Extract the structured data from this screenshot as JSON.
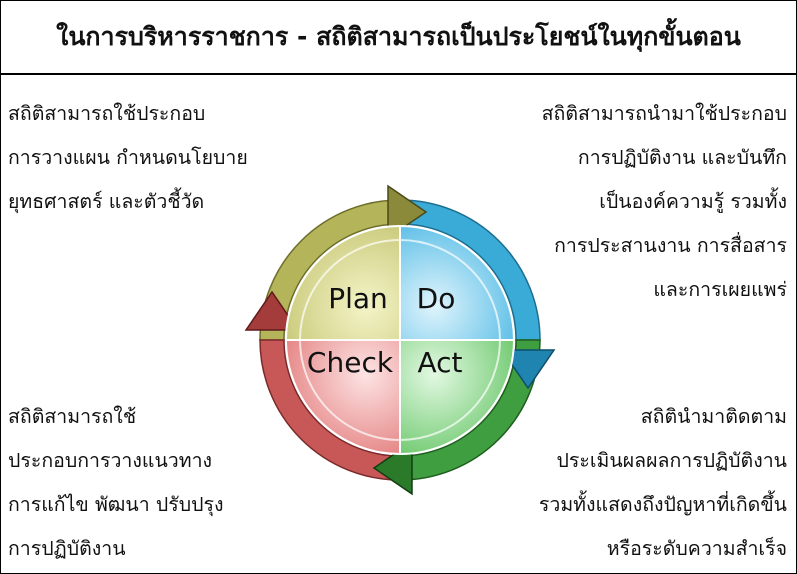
{
  "title": "ในการบริหารราชการ - สถิติสามารถเป็นประโยชน์ในทุกขั้นตอน",
  "top_left": [
    "สถิติสามารถใช้ประกอบ",
    "การวางแผน กำหนดนโยบาย",
    "ยุทธศาสตร์ และตัวชี้วัด"
  ],
  "top_right": [
    "สถิติสามารถนำมาใช้ประกอบ",
    "การปฏิบัติงาน และบันทึก",
    "เป็นองค์ความรู้ รวมทั้ง",
    "การประสานงาน การสื่อสาร",
    "และการเผยแพร่"
  ],
  "bottom_left": [
    "สถิติสามารถใช้",
    "ประกอบการวางแนวทาง",
    "การแก้ไข พัฒนา ปรับปรุง",
    "การปฏิบัติงาน"
  ],
  "bottom_right": [
    "สถิตินำมาติดตาม",
    "ประเมินผลผลการปฏิบัติงาน",
    "รวมทั้งแสดงถึงปัญหาที่เกิดขึ้น",
    "หรือระดับความสำเร็จ"
  ],
  "cycle": {
    "plan": "Plan",
    "do": "Do",
    "check": "Check",
    "act": "Act"
  },
  "colors": {
    "plan": "#d9d98a",
    "do": "#7fd0f0",
    "check": "#f0a0a0",
    "act": "#8fd88f",
    "ring_plan": "#a6a64a",
    "ring_do": "#2a9ac8",
    "ring_check": "#b84848",
    "ring_act": "#2f8a2f"
  }
}
